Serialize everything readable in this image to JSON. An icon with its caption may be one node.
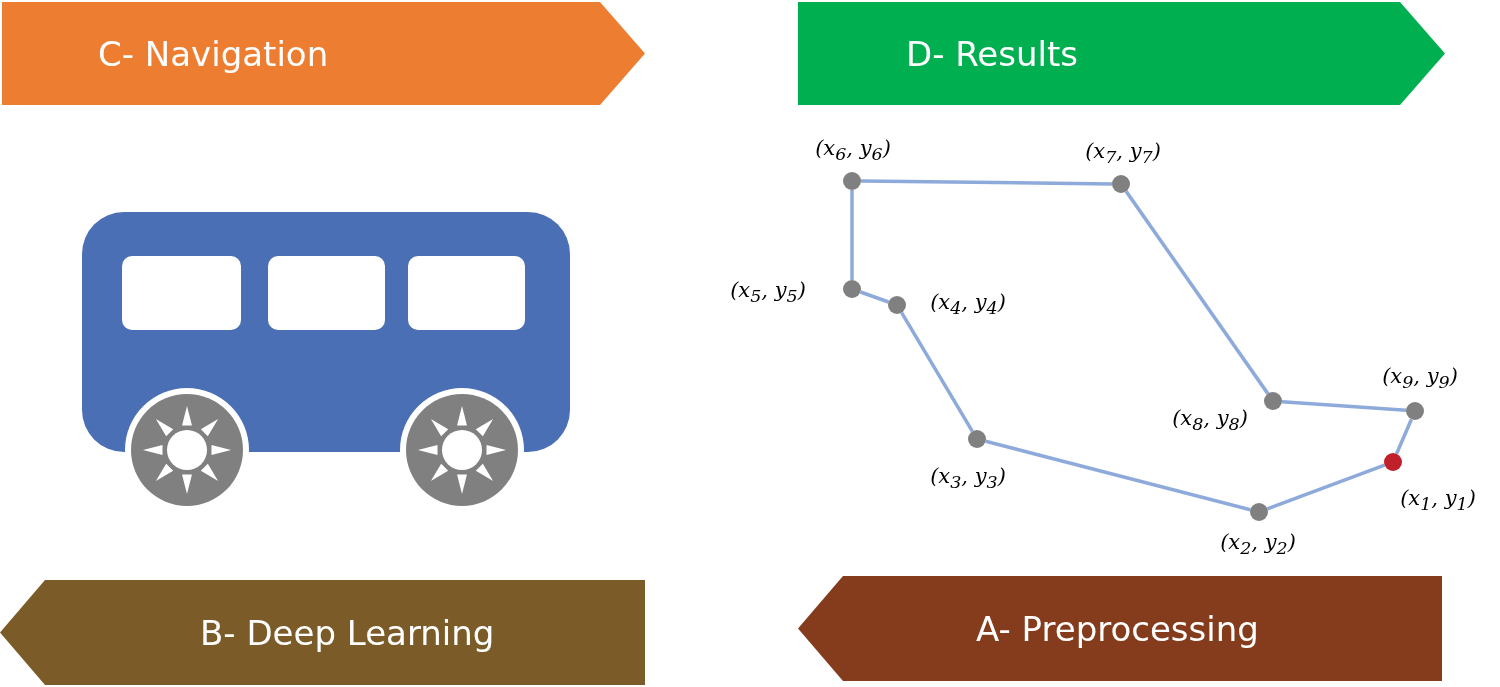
{
  "diagram": {
    "nodes": [
      {
        "text": [
          "C- Navigation"
        ]
      },
      {
        "text": [
          "D- Results"
        ]
      },
      {
        "text": [],
        "shape": "circle",
        "beside": [
          "(x$_{1}$, y$_{1}$)"
        ]
      },
      {
        "text": [],
        "shape": "circle",
        "beside": [
          "(x$_{2}$, y$_{2}$)"
        ]
      },
      {
        "text": [],
        "shape": "circle",
        "beside": [
          "(x$_{3}$, y$_{3}$)"
        ]
      },
      {
        "text": [],
        "shape": "circle",
        "beside": [
          "(x$_{4}$, y$_{4}$)"
        ]
      },
      {
        "text": [],
        "shape": "circle",
        "beside": [
          "(x$_{5}$, y$_{5}$)"
        ]
      },
      {
        "text": [],
        "shape": "circle",
        "beside": [
          "(x$_{6}$, y$_{6}$)"
        ]
      },
      {
        "text": [],
        "shape": "circle",
        "beside": [
          "(x$_{7}$, y$_{7}$)"
        ]
      },
      {
        "text": [],
        "shape": "circle",
        "beside": [
          "(x$_{8}$, y$_{8}$)"
        ]
      },
      {
        "text": [],
        "shape": "circle",
        "beside": [
          "(x$_{9}$, y$_{9}$)"
        ]
      },
      {
        "text": [
          "B- Deep Learning"
        ]
      },
      {
        "text": [
          "A- Preprocessing"
        ]
      }
    ],
    "edges": [
      {
        "from": 2,
        "to": 3,
        "arrow": "none"
      },
      {
        "from": 3,
        "to": 4,
        "arrow": "none"
      },
      {
        "from": 4,
        "to": 5,
        "arrow": "none"
      },
      {
        "from": 5,
        "to": 6,
        "arrow": "none"
      },
      {
        "from": 6,
        "to": 7,
        "arrow": "none"
      },
      {
        "from": 7,
        "to": 8,
        "arrow": "none"
      },
      {
        "from": 8,
        "to": 9,
        "arrow": "none"
      },
      {
        "from": 9,
        "to": 10,
        "arrow": "none"
      },
      {
        "from": 10,
        "to": 2,
        "arrow": "none"
      }
    ]
  }
}
